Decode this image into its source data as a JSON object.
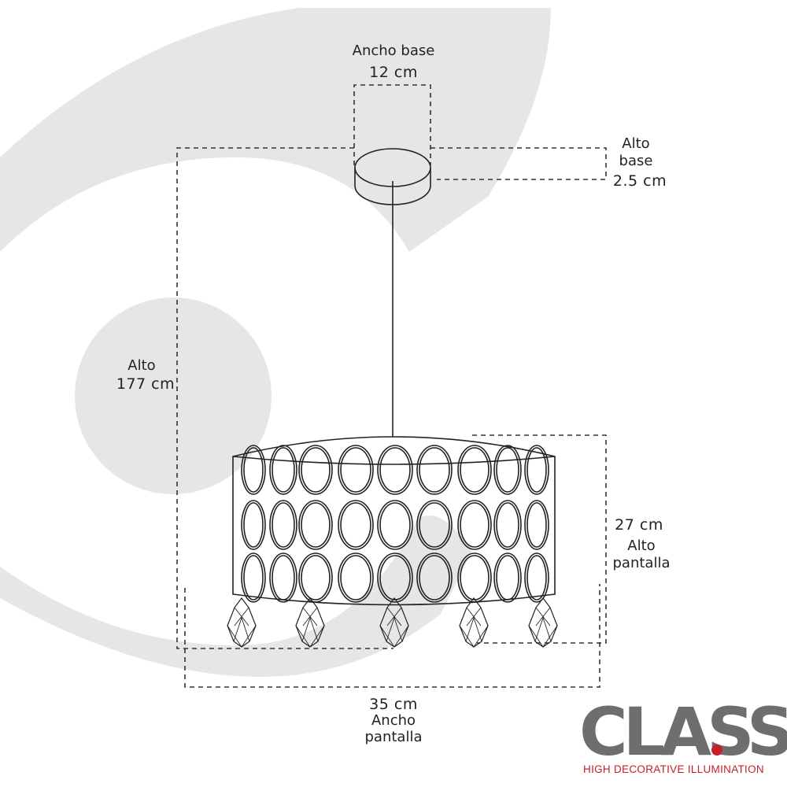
{
  "colors": {
    "background_shape": "#e6e6e6",
    "line": "#222222",
    "dashed": "#333333",
    "logo_grey": "#6e6e6e",
    "logo_red": "#c4202a"
  },
  "dimensions": {
    "base_width": {
      "label": "Ancho base",
      "value": "12 cm"
    },
    "base_height": {
      "label_line1": "Alto",
      "label_line2": "base",
      "value": "2.5 cm"
    },
    "total_height": {
      "label": "Alto",
      "value": "177 cm"
    },
    "shade_height": {
      "value": "27 cm",
      "label_line1": "Alto",
      "label_line2": "pantalla"
    },
    "shade_width": {
      "value": "35 cm",
      "label_line1": "Ancho",
      "label_line2": "pantalla"
    }
  },
  "shade": {
    "rows": 3,
    "columns": 9,
    "pendants": 5
  },
  "logo": {
    "brand": "CLASS",
    "mark": "®",
    "tagline": "HIGH DECORATIVE ILLUMINATION"
  }
}
